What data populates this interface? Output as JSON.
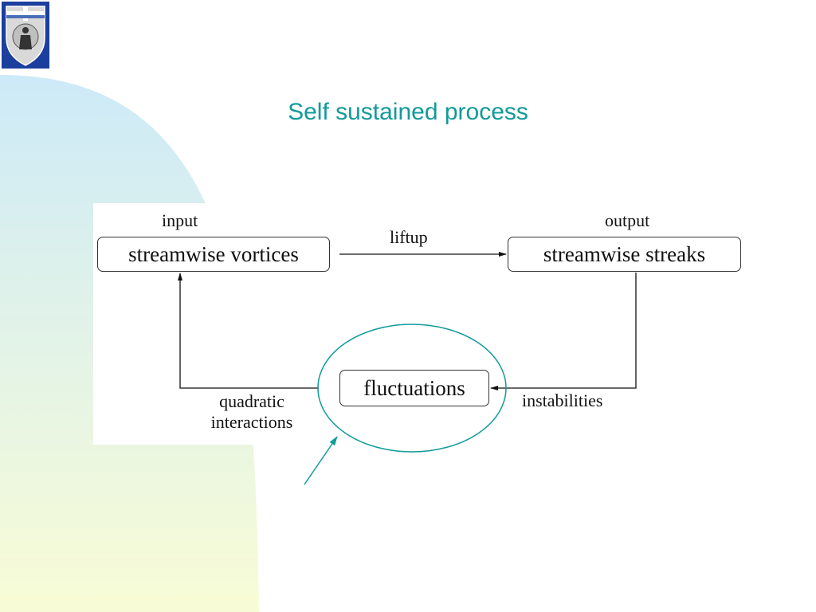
{
  "slide": {
    "title": "Self sustained process",
    "title_color": "#129a9a",
    "background_gradient": [
      "#cdeaf8",
      "#f8fcd6"
    ]
  },
  "logo": {
    "icon": "university-crest-icon",
    "colors": [
      "#1c3f9e",
      "#ffffff"
    ]
  },
  "diagram": {
    "nodes": {
      "vortices": "streamwise vortices",
      "streaks": "streamwise streaks",
      "fluctuations": "fluctuations"
    },
    "labels": {
      "input": "input",
      "output": "output",
      "liftup": "liftup",
      "instabilities": "instabilities",
      "quadratic_line1": "quadratic",
      "quadratic_line2": "interactions"
    },
    "edges": [
      {
        "from": "streamwise vortices",
        "to": "streamwise streaks",
        "label": "liftup"
      },
      {
        "from": "streamwise streaks",
        "to": "fluctuations",
        "label": "instabilities"
      },
      {
        "from": "fluctuations",
        "to": "streamwise vortices",
        "label": "quadratic interactions"
      }
    ],
    "highlight": {
      "target": "fluctuations",
      "shape": "ellipse",
      "pointer": "arrow",
      "color": "#129a9a"
    }
  }
}
